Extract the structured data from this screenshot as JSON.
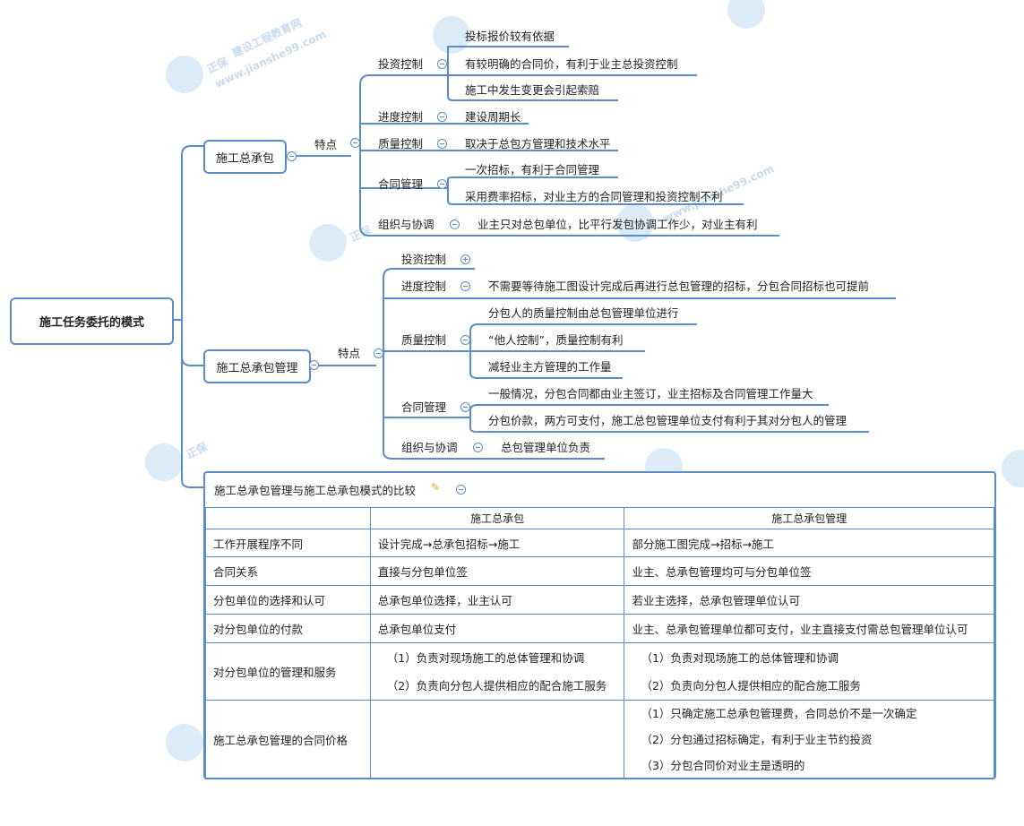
{
  "root": "施工任务委托的模式",
  "branches": [
    {
      "label": "施工总承包",
      "feature_label": "特点",
      "groups": [
        {
          "label": "投资控制",
          "items": [
            "投标报价较有依据",
            "有较明确的合同价，有利于业主总投资控制",
            "施工中发生变更会引起索赔"
          ]
        },
        {
          "label": "进度控制",
          "items": [
            "建设周期长"
          ]
        },
        {
          "label": "质量控制",
          "items": [
            "取决于总包方管理和技术水平"
          ]
        },
        {
          "label": "合同管理",
          "items": [
            "一次招标，有利于合同管理",
            "采用费率招标，对业主方的合同管理和投资控制不利"
          ]
        },
        {
          "label": "组织与协调",
          "items": [
            "业主只对总包单位，比平行发包协调工作少，对业主有利"
          ]
        }
      ]
    },
    {
      "label": "施工总承包管理",
      "feature_label": "特点",
      "groups": [
        {
          "label": "投资控制",
          "items": []
        },
        {
          "label": "进度控制",
          "items": [
            "不需要等待施工图设计完成后再进行总包管理的招标，分包合同招标也可提前"
          ]
        },
        {
          "label": "质量控制",
          "items": [
            "分包人的质量控制由总包管理单位进行",
            "“他人控制”，质量控制有利",
            "减轻业主方管理的工作量"
          ]
        },
        {
          "label": "合同管理",
          "items": [
            "一般情况，分包合同都由业主签订，业主招标及合同管理工作量大",
            "分包价款，两方可支付，施工总包管理单位支付有利于其对分包人的管理"
          ]
        },
        {
          "label": "组织与协调",
          "items": [
            "总包管理单位负责"
          ]
        }
      ]
    }
  ],
  "comparison": {
    "title": "施工总承包管理与施工总承包模式的比较",
    "columns": [
      "",
      "施工总承包",
      "施工总承包管理"
    ],
    "rows": [
      {
        "aspect": "工作开展程序不同",
        "a": [
          "设计完成→总承包招标→施工"
        ],
        "b": [
          "部分施工图完成→招标→施工"
        ]
      },
      {
        "aspect": "合同关系",
        "a": [
          "直接与分包单位签"
        ],
        "b": [
          "业主、总承包管理均可与分包单位签"
        ]
      },
      {
        "aspect": "分包单位的选择和认可",
        "a": [
          "总承包单位选择，业主认可"
        ],
        "b": [
          "若业主选择，总承包管理单位认可"
        ]
      },
      {
        "aspect": "对分包单位的付款",
        "a": [
          "总承包单位支付"
        ],
        "b": [
          "业主、总承包管理单位都可支付，业主直接支付需总包管理单位认可"
        ]
      },
      {
        "aspect": "对分包单位的管理和服务",
        "a": [
          "（1）负责对现场施工的总体管理和协调",
          "（2）负责向分包人提供相应的配合施工服务"
        ],
        "b": [
          "（1）负责对现场施工的总体管理和协调",
          "（2）负责向分包人提供相应的配合施工服务"
        ]
      },
      {
        "aspect": "施工总承包管理的合同价格",
        "a": [],
        "b": [
          "（1）只确定施工总承包管理费，合同总价不是一次确定",
          "（2）分包通过招标确定，有利于业主节约投资",
          "（3）分包合同价对业主是透明的"
        ]
      }
    ]
  },
  "watermark": {
    "brand": "正保",
    "name": "建设工程教育网",
    "url": "www.jianshe99.com"
  },
  "colors": {
    "line": "#5b8cc8",
    "watermark": "#cfe4f5"
  }
}
